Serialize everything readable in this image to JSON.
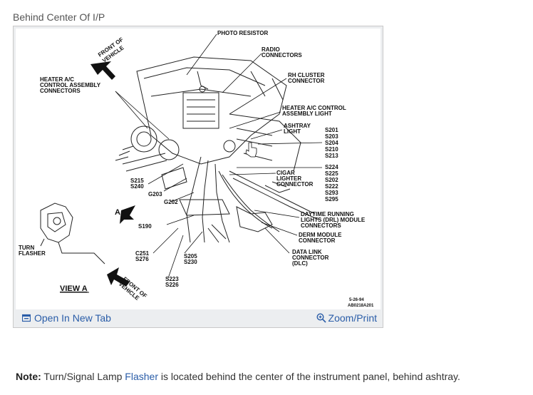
{
  "caption": "Behind Center Of I/P",
  "diagram": {
    "labels": {
      "photo_resistor": "PHOTO RESISTOR",
      "radio_1": "RADIO",
      "radio_2": "CONNECTORS",
      "rh_cluster_1": "RH CLUSTER",
      "rh_cluster_2": "CONNECTOR",
      "heater_ctrl_light_1": "HEATER A/C CONTROL",
      "heater_ctrl_light_2": "ASSEMBLY LIGHT",
      "ashtray_1": "ASHTRAY",
      "ashtray_2": "LIGHT",
      "heater_ac_1": "HEATER A/C",
      "heater_ac_2": "CONTROL ASSEMBLY",
      "heater_ac_3": "CONNECTORS",
      "front_1_a": "FRONT OF",
      "front_1_b": "VEHICLE",
      "splices_a": [
        "S201",
        "S203",
        "S204",
        "S210",
        "S213"
      ],
      "splices_b": [
        "S224",
        "S225",
        "S202",
        "S222",
        "S293",
        "S295"
      ],
      "cigar_1": "CIGAR",
      "cigar_2": "LIGHTER",
      "cigar_3": "CONNECTOR",
      "s215": "S215",
      "s240": "S240",
      "g203": "G203",
      "g202": "G202",
      "a": "A",
      "s190": "S190",
      "drl_1": "DAYTIME RUNNING",
      "drl_2": "LIGHTS (DRL) MODULE",
      "drl_3": "CONNECTORS",
      "derm_1": "DERM MODULE",
      "derm_2": "CONNECTOR",
      "turn_1": "TURN",
      "turn_2": "FLASHER",
      "c251": "C251",
      "s276": "S276",
      "s205": "S205",
      "s230": "S230",
      "dlc_1": "DATA LINK",
      "dlc_2": "CONNECTOR",
      "dlc_3": "(DLC)",
      "view_a": "VIEW A",
      "front_2_a": "FRONT OF",
      "front_2_b": "VEHICLE",
      "s223": "S223",
      "s226": "S226",
      "code_1": "5-26-94",
      "code_2": "AB0218A201"
    }
  },
  "actions": {
    "open_tab": "Open In New Tab",
    "zoom": "Zoom/Print"
  },
  "note": {
    "label": "Note:",
    "before": " Turn/Signal Lamp ",
    "link": "Flasher",
    "after": " is located behind the center of the instrument panel, behind ashtray."
  }
}
